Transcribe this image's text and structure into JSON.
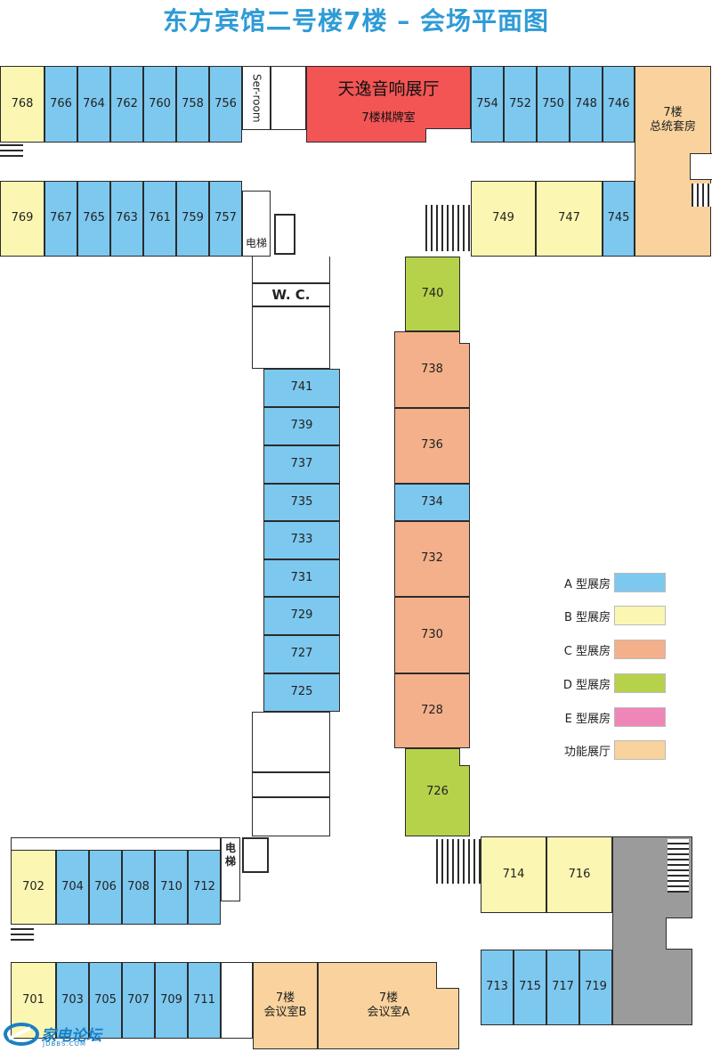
{
  "title": "东方宾馆二号楼7楼 – 会场平面图",
  "rooms": {
    "r768": "768",
    "r766": "766",
    "r764": "764",
    "r762": "762",
    "r760": "760",
    "r758": "758",
    "r756": "756",
    "ser_room": "Ser-room",
    "tianyi": "天逸音响展厅",
    "qipai": "7楼棋牌室",
    "r754": "754",
    "r752": "752",
    "r750": "750",
    "r748": "748",
    "r746": "746",
    "suite_line1": "7楼",
    "suite_line2": "总统套房",
    "r769": "769",
    "r767": "767",
    "r765": "765",
    "r763": "763",
    "r761": "761",
    "r759": "759",
    "r757": "757",
    "elevator": "电梯",
    "r749": "749",
    "r747": "747",
    "r745": "745",
    "wc": "W. C.",
    "r740": "740",
    "r741": "741",
    "r738": "738",
    "r739": "739",
    "r737": "737",
    "r736": "736",
    "r735": "735",
    "r734": "734",
    "r733": "733",
    "r732": "732",
    "r731": "731",
    "r729": "729",
    "r730": "730",
    "r727": "727",
    "r725": "725",
    "r728": "728",
    "r726": "726",
    "r702": "702",
    "r704": "704",
    "r706": "706",
    "r708": "708",
    "r710": "710",
    "r712": "712",
    "elevator2_1": "电",
    "elevator2_2": "梯",
    "r714": "714",
    "r716": "716",
    "r701": "701",
    "r703": "703",
    "r705": "705",
    "r707": "707",
    "r709": "709",
    "r711": "711",
    "confB_line1": "7楼",
    "confB_line2": "会议室B",
    "confA_line1": "7楼",
    "confA_line2": "会议室A",
    "r713": "713",
    "r715": "715",
    "r717": "717",
    "r719": "719"
  },
  "legend": [
    {
      "label": "A 型展房",
      "color": "#7dc8ef"
    },
    {
      "label": "B 型展房",
      "color": "#fbf7b2"
    },
    {
      "label": "C 型展房",
      "color": "#f4b08a"
    },
    {
      "label": "D 型展房",
      "color": "#b6d24b"
    },
    {
      "label": "E 型展房",
      "color": "#ef86b8"
    },
    {
      "label": "功能展厅",
      "color": "#f9d29d"
    }
  ],
  "logo": {
    "text": "家电论坛",
    "sub": "JDBBS.COM"
  }
}
